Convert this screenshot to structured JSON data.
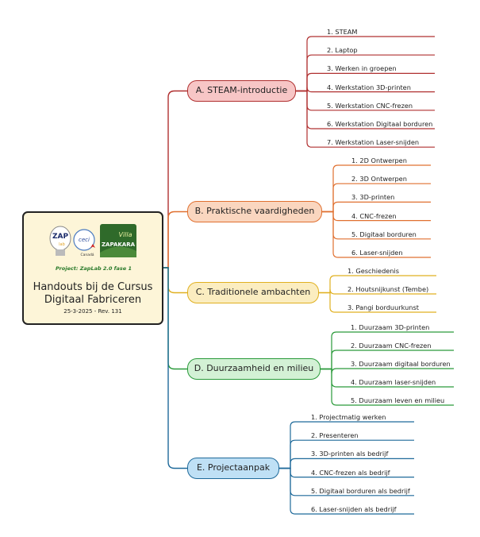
{
  "root": {
    "title_line1": "Handouts bij de Cursus",
    "title_line2": "Digitaal Fabriceren",
    "date": "25-3-2025 - Rev. 131",
    "logo_zap": "ZAP",
    "logo_zap_sub": "lab",
    "logo_ceci": "ceci",
    "logo_canada": "Canadá",
    "logo_villa": "Villa",
    "logo_zapakara": "ZAPAKARA",
    "logo_project": "Project: ZapLab 2.0 fase 1"
  },
  "branches": [
    {
      "label": "A. STEAM-introductie",
      "color": "#b03030",
      "fill": "#f7c6c6",
      "children": [
        "1. STEAM",
        "2. Laptop",
        "3. Werken in groepen",
        "4. Werkstation 3D-printen",
        "5. Werkstation CNC-frezen",
        "6. Werkstation Digitaal borduren",
        "7. Werkstation Laser-snijden"
      ]
    },
    {
      "label": "B. Praktische vaardigheden",
      "color": "#e07030",
      "fill": "#fad6bf",
      "children": [
        "1. 2D Ontwerpen",
        "2. 3D Ontwerpen",
        "3. 3D-printen",
        "4. CNC-frezen",
        "5. Digitaal borduren",
        "6. Laser-snijden"
      ]
    },
    {
      "label": "C. Traditionele ambachten",
      "color": "#e0b020",
      "fill": "#fbedc0",
      "children": [
        "1. Geschiedenis",
        "2. Houtsnijkunst (Tembe)",
        "3. Pangi borduurkunst"
      ]
    },
    {
      "label": "D. Duurzaamheid en milieu",
      "color": "#2a9a3a",
      "fill": "#d3f1d5",
      "children": [
        "1. Duurzaam 3D-printen",
        "2. Duurzaam CNC-frezen",
        "3. Duurzaam digitaal borduren",
        "4. Duurzaam laser-snijden",
        "5. Duurzaam leven en milieu"
      ]
    },
    {
      "label": "E. Projectaanpak",
      "color": "#1f6a9a",
      "fill": "#bfe0f5",
      "children": [
        "1. Projectmatig werken",
        "2. Presenteren",
        "3. 3D-printen als bedrijf",
        "4. CNC-frezen als bedrijf",
        "5. Digitaal borduren als bedrijf",
        "6. Laser-snijden als bedrijf"
      ]
    }
  ]
}
